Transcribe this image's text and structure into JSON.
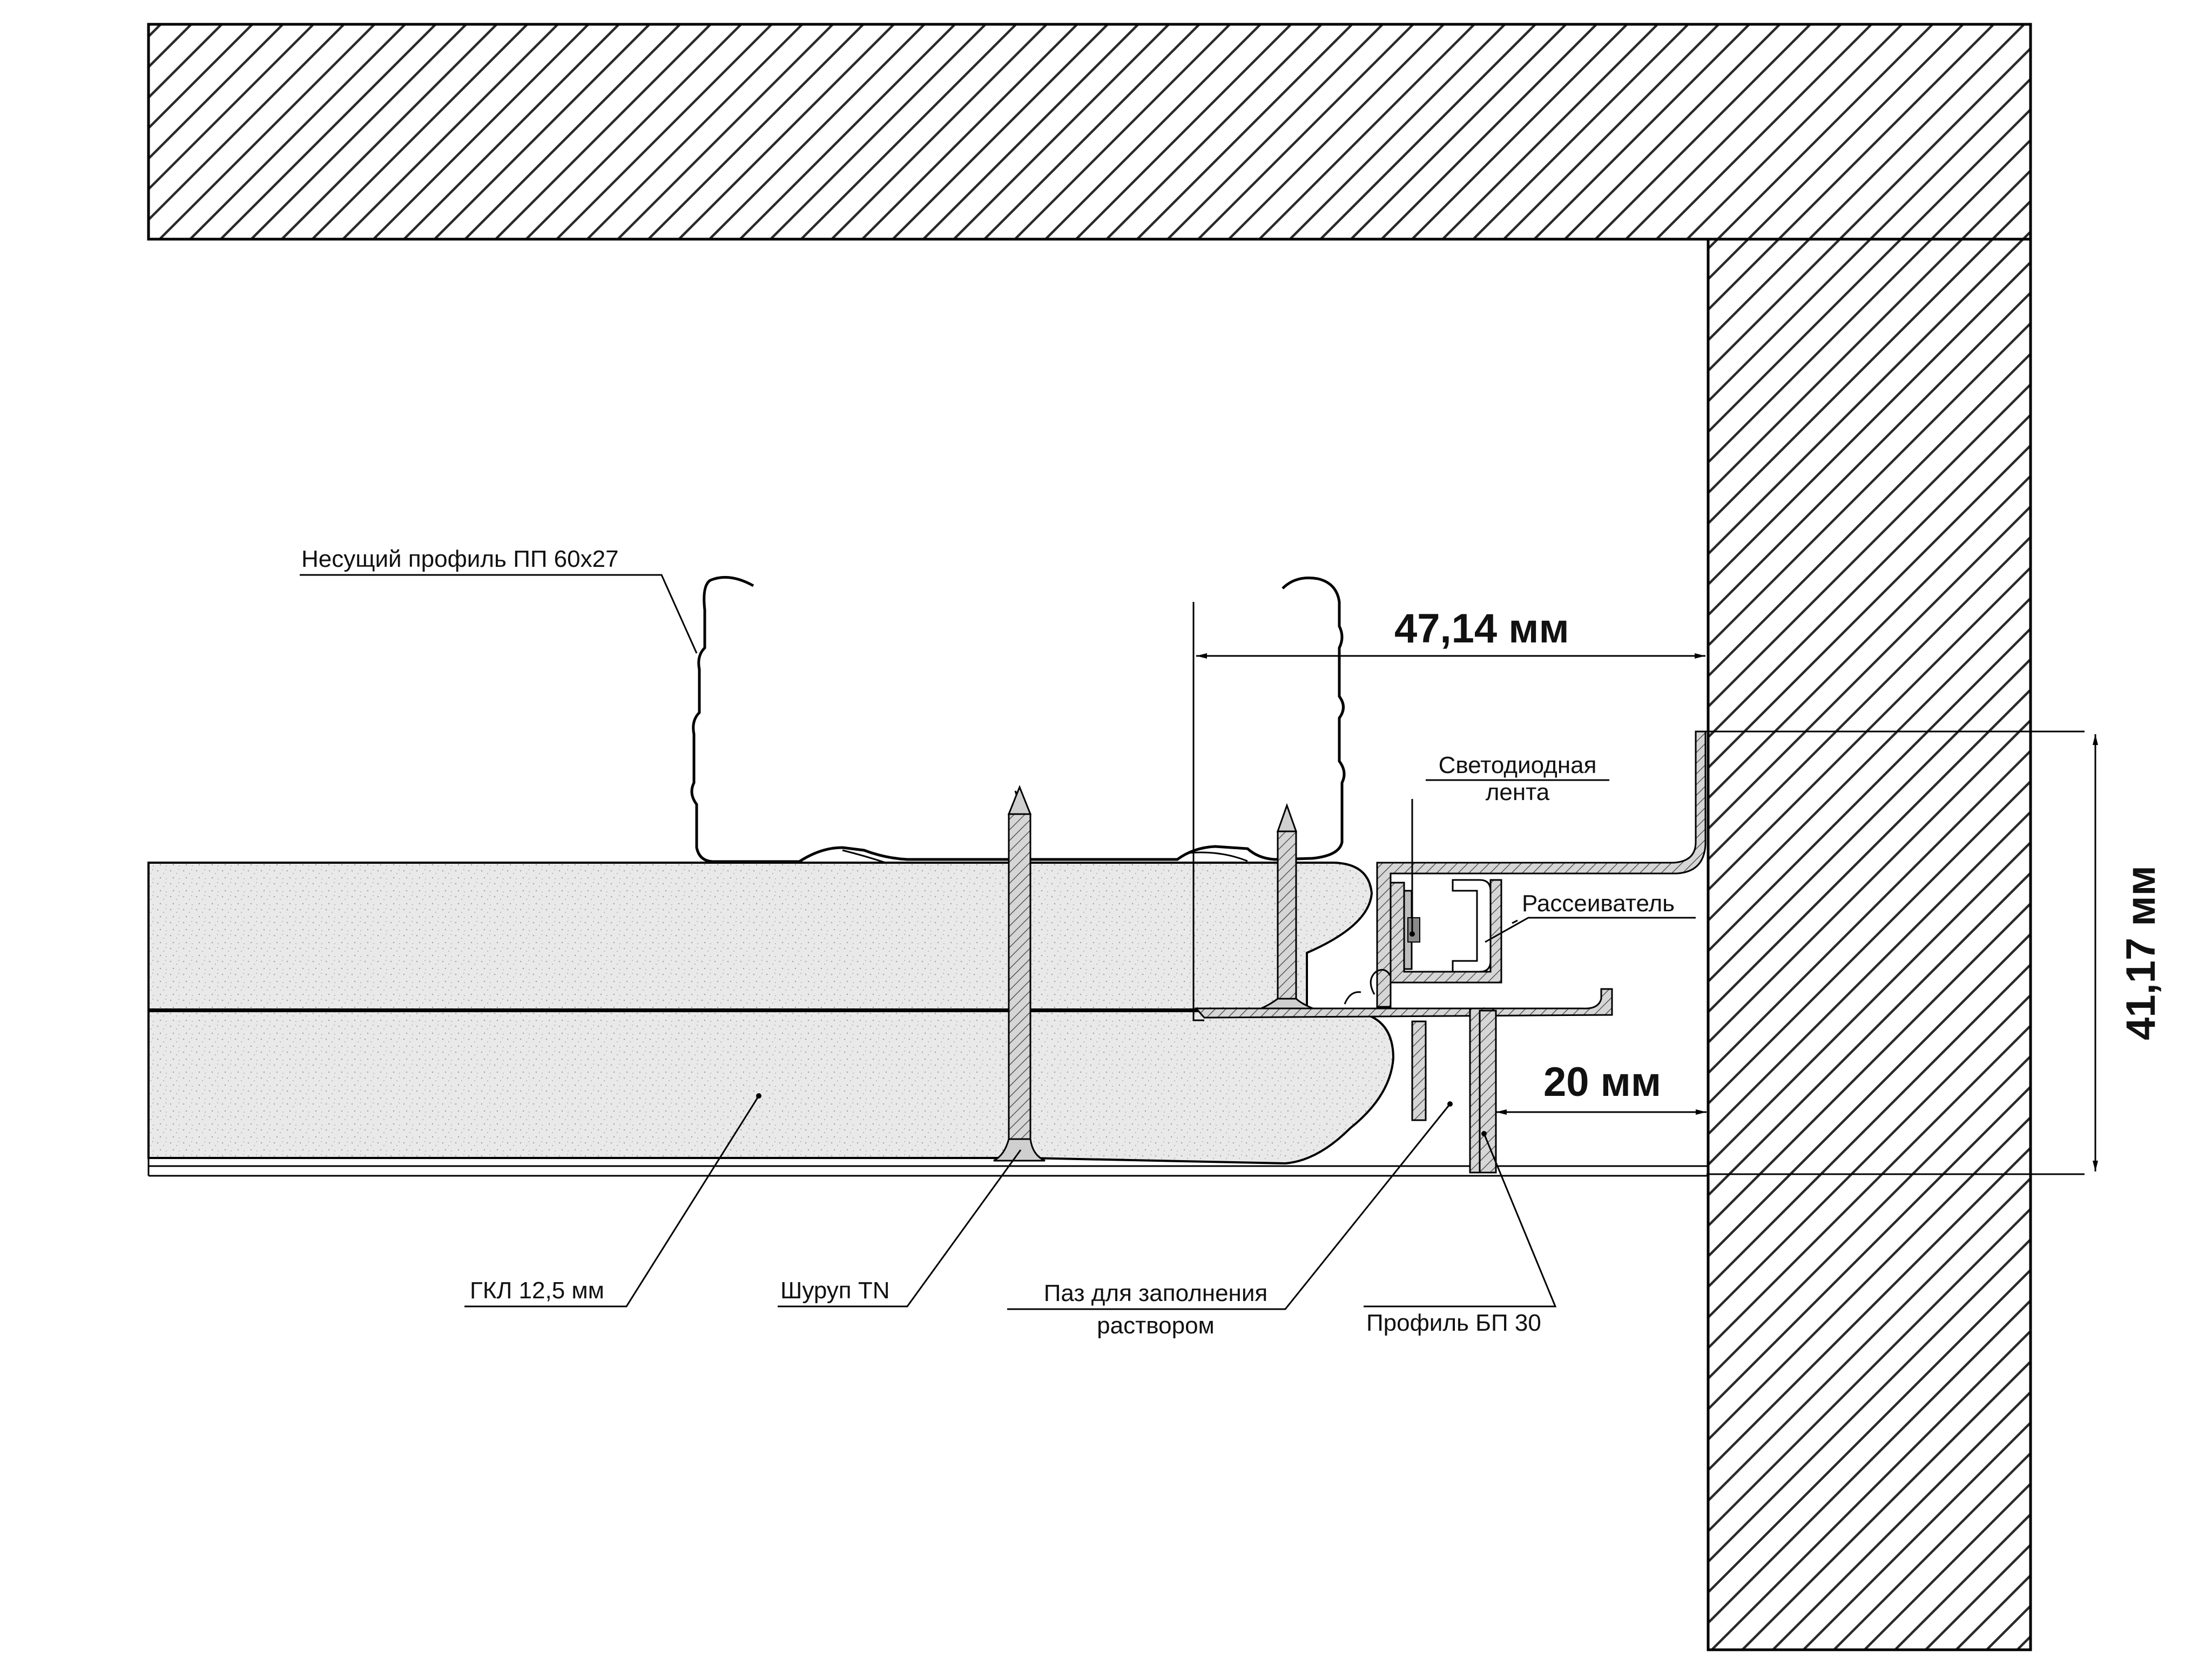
{
  "labels": {
    "bearing_profile": "Несущий профиль ПП 60х27",
    "led_strip_line1": "Светодиодная",
    "led_strip_line2": "лента",
    "diffuser": "Рассеиватель",
    "gkl": "ГКЛ 12,5 мм",
    "screw": "Шуруп TN",
    "groove_line1": "Паз для заполнения",
    "groove_line2": "раствором",
    "profile_bp": "Профиль БП 30"
  },
  "dimensions": {
    "horizontal_gap": "47,14 мм",
    "vertical_height": "41,17 мм",
    "side_gap": "20 мм"
  },
  "colors": {
    "line": "#000000",
    "hatch": "#2a2a2a",
    "board_fill": "#e9e9e9",
    "profile_fill": "#d2d2d2"
  }
}
